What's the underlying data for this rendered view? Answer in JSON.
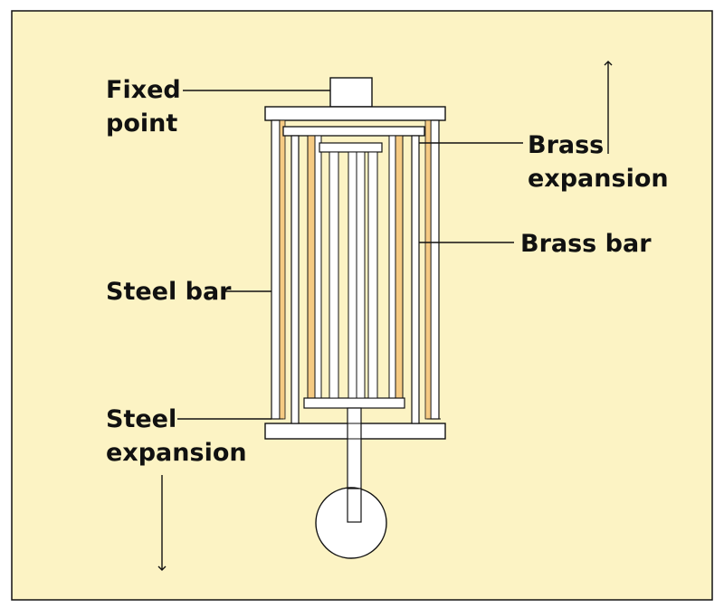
{
  "colors": {
    "background": "#fcf3c4",
    "frame": "#000000",
    "steel": "#ffffff",
    "brass": "#f5ca83",
    "line": "#111111"
  },
  "labels": {
    "fixed_point": [
      "Fixed",
      "point"
    ],
    "brass_expansion": [
      "Brass",
      "expansion"
    ],
    "brass_bar": "Brass bar",
    "steel_bar": "Steel bar",
    "steel_expansion": [
      "Steel",
      "expansion"
    ]
  },
  "icons": {
    "up_arrow": "arrow-up-icon",
    "down_arrow": "arrow-down-icon"
  }
}
